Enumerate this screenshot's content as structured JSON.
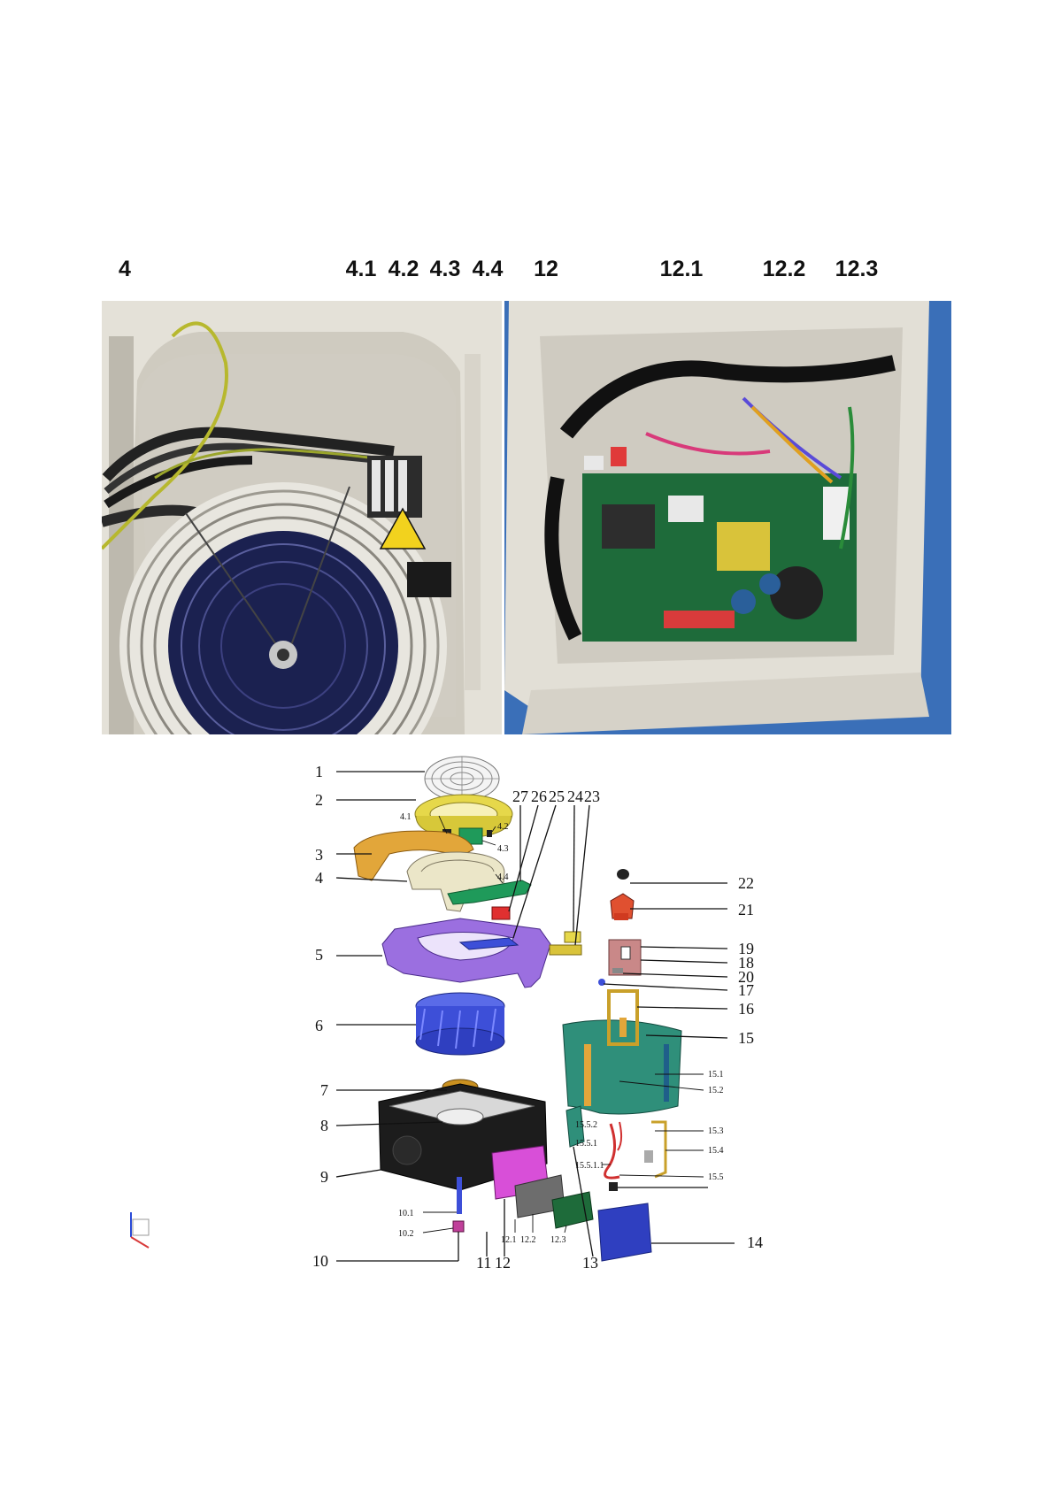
{
  "photo_labels_left": [
    "4",
    "4.1",
    "4.2",
    "4.3",
    "4.4"
  ],
  "photo_labels_right": [
    "12",
    "12.1",
    "12.2",
    "12.3"
  ],
  "exploded_labels": {
    "l1": "1",
    "l2": "2",
    "l3": "3",
    "l4": "4",
    "l5": "5",
    "l6": "6",
    "l7": "7",
    "l8": "8",
    "l9": "9",
    "l10": "10",
    "l10_1": "10.1",
    "l10_2": "10.2",
    "l11": "11",
    "l12": "12",
    "l12_1": "12.1",
    "l12_2": "12.2",
    "l12_3": "12.3",
    "l13": "13",
    "l14": "14",
    "l4_1": "4.1",
    "l4_2": "4.2",
    "l4_3": "4.3",
    "l4_4": "4.4",
    "l15": "15",
    "l15_1": "15.1",
    "l15_2": "15.2",
    "l15_3": "15.3",
    "l15_4": "15.4",
    "l15_5": "15.5",
    "l15_5_1": "15.5.1",
    "l15_5_1_1": "15.5.1.1",
    "l15_5_2": "15.5.2",
    "l16": "16",
    "l17": "17",
    "l18": "18",
    "l19": "19",
    "l20": "20",
    "l21": "21",
    "l22": "22",
    "l23": "23",
    "l24": "24",
    "l25": "25",
    "l26": "26",
    "l27": "27"
  },
  "colors": {
    "purple_frame": "#9b6fe0",
    "blue_fan": "#3d4fd8",
    "teal_panel": "#2f8f7a",
    "yellow_ring": "#e6d84a",
    "orange_bracket": "#e2a63a",
    "magenta_box": "#d84fd8",
    "green_part": "#1f9a5a",
    "dark_body": "#1c1c1c",
    "pcb_green": "#1e6b3a"
  }
}
